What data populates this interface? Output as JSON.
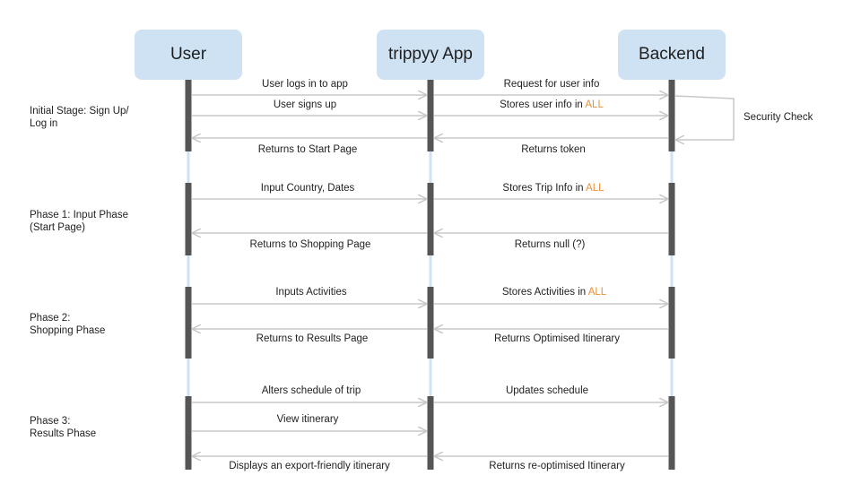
{
  "actors": {
    "user": "User",
    "app": "trippyy App",
    "backend": "Backend"
  },
  "colors": {
    "actor_fill": "#cfe2f3",
    "lifeline": "#cfe2f3",
    "activation": "#555555",
    "arrow": "#c8c8c8",
    "highlight": "#e69138"
  },
  "phases": [
    {
      "line1": "Initial Stage: Sign Up/",
      "line2": "Log in"
    },
    {
      "line1": "Phase 1: Input Phase",
      "line2": "(Start Page)"
    },
    {
      "line1": "Phase 2:",
      "line2": "Shopping Phase"
    },
    {
      "line1": "Phase 3:",
      "line2": "Results Phase"
    }
  ],
  "messages": {
    "m1": "User logs in to app",
    "m2": "Request for user info",
    "m3": "User signs up",
    "m4": {
      "text": "Stores user info in ",
      "highlight": "ALL"
    },
    "m5": "Returns to Start Page",
    "m6": "Returns token",
    "m7": "Input Country, Dates",
    "m8": {
      "text": "Stores Trip Info in ",
      "highlight": "ALL"
    },
    "m9": "Returns to Shopping Page",
    "m10": "Returns null (?)",
    "m11": "Inputs Activities",
    "m12": {
      "text": "Stores Activities in ",
      "highlight": "ALL"
    },
    "m13": "Returns to Results Page",
    "m14": "Returns Optimised Itinerary",
    "m15": "Alters schedule of trip",
    "m16": "Updates schedule",
    "m17": "View itinerary",
    "m18": "Displays an export-friendly itinerary",
    "m19": "Returns re-optimised Itinerary"
  },
  "self_call": "Security Check"
}
